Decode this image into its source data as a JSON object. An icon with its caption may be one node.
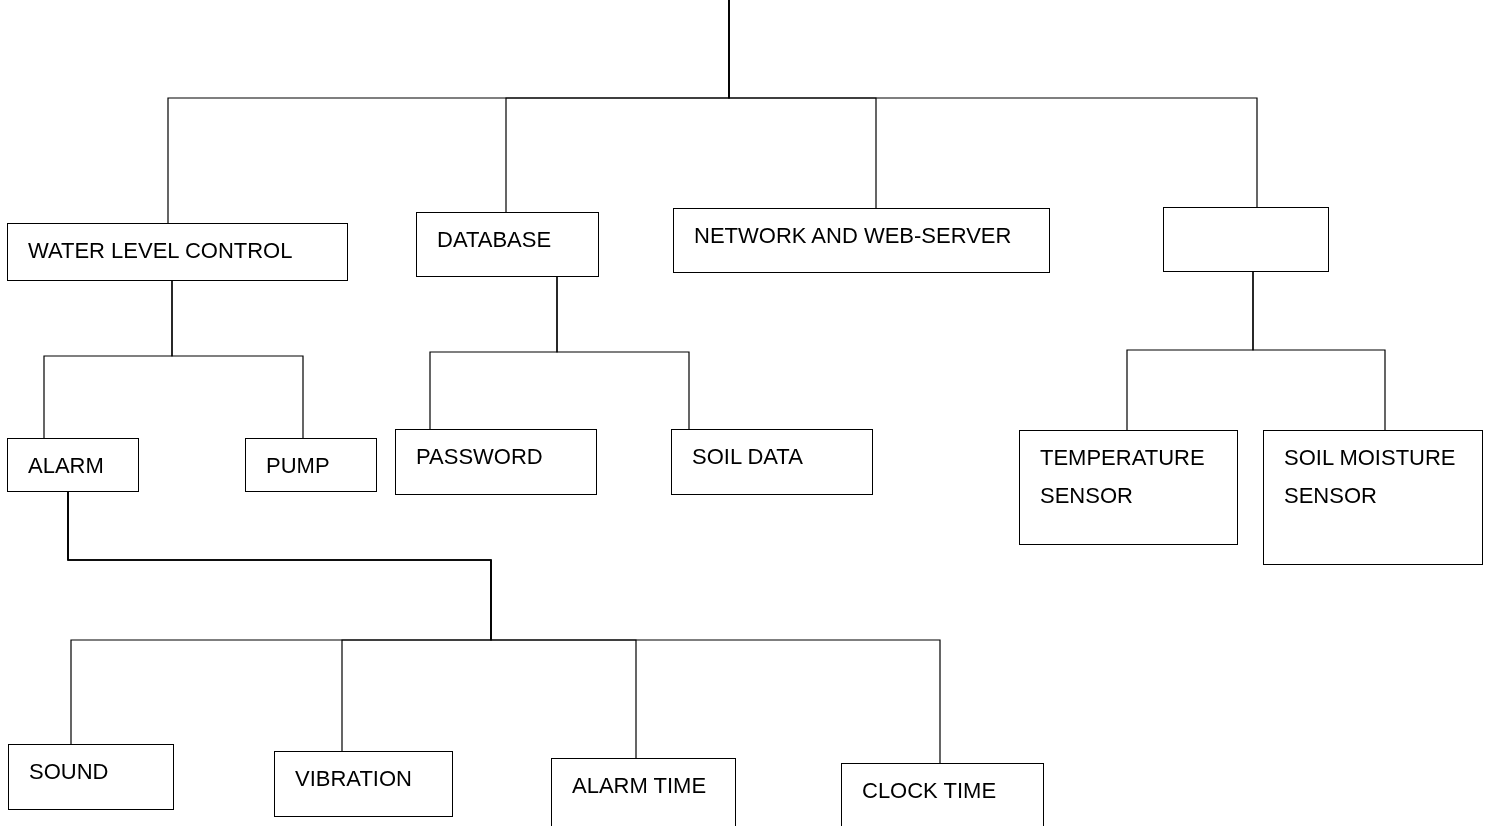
{
  "diagram": {
    "nodes": [
      {
        "text": [
          "WATER LEVEL CONTROL"
        ]
      },
      {
        "text": [
          "DATABASE"
        ]
      },
      {
        "text": [
          "NETWORK AND WEB-SERVER"
        ]
      },
      {
        "text": [],
        "shape": "box"
      },
      {
        "text": [
          "ALARM"
        ]
      },
      {
        "text": [
          "PUMP"
        ]
      },
      {
        "text": [
          "PASSWORD"
        ]
      },
      {
        "text": [
          "SOIL DATA"
        ]
      },
      {
        "text": [
          "TEMPERATURE SENSOR"
        ]
      },
      {
        "text": [
          "SOIL MOISTURE SENSOR"
        ]
      },
      {
        "text": [
          "SOUND"
        ]
      },
      {
        "text": [
          "VIBRATION"
        ]
      },
      {
        "text": [
          "ALARM TIME"
        ]
      },
      {
        "text": [
          "CLOCK TIME"
        ]
      }
    ],
    "edges": [
      {
        "from": null,
        "to": 0,
        "arrow": "none"
      },
      {
        "from": null,
        "to": 1,
        "arrow": "none"
      },
      {
        "from": null,
        "to": 2,
        "arrow": "none"
      },
      {
        "from": null,
        "to": 3,
        "arrow": "none"
      },
      {
        "from": 0,
        "to": 4,
        "arrow": "none"
      },
      {
        "from": 0,
        "to": 5,
        "arrow": "none"
      },
      {
        "from": 1,
        "to": 6,
        "arrow": "none"
      },
      {
        "from": 1,
        "to": 7,
        "arrow": "none"
      },
      {
        "from": 3,
        "to": 8,
        "arrow": "none"
      },
      {
        "from": 3,
        "to": 9,
        "arrow": "none"
      },
      {
        "from": 4,
        "to": 10,
        "arrow": "none"
      },
      {
        "from": 4,
        "to": 11,
        "arrow": "none"
      },
      {
        "from": 4,
        "to": 12,
        "arrow": "none"
      },
      {
        "from": 4,
        "to": 13,
        "arrow": "none"
      }
    ]
  }
}
